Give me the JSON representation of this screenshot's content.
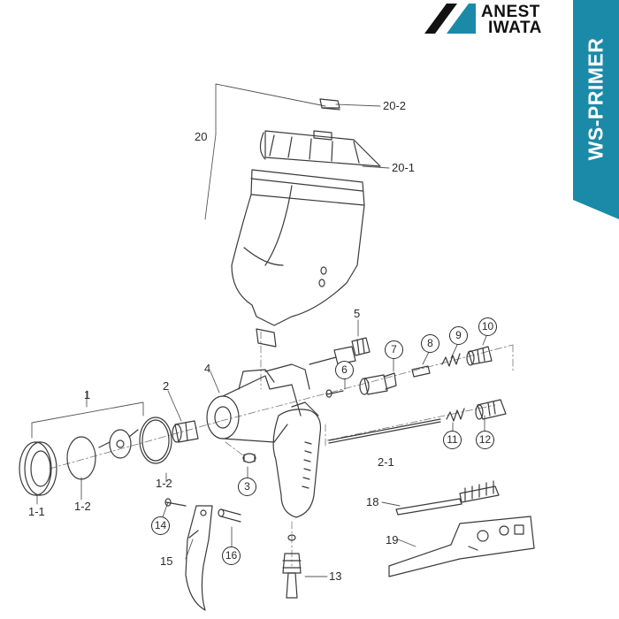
{
  "brand": {
    "line1": "ANEST",
    "line2": "IWATA",
    "accent_color": "#1a8aa8",
    "logo_icon": "anest-iwata-logo-icon"
  },
  "tab": {
    "text": "WS-PRIMER",
    "color": "#1a8aa8"
  },
  "labels": {
    "p20": "20",
    "p20_1": "20-1",
    "p20_2": "20-2",
    "p1": "1",
    "p1_1": "1-1",
    "p1_2a": "1-2",
    "p1_2b": "1-2",
    "p2": "2",
    "p2_1": "2-1",
    "p3": "3",
    "p4": "4",
    "p5": "5",
    "p6": "6",
    "p7": "7",
    "p8": "8",
    "p9": "9",
    "p10": "10",
    "p11": "11",
    "p12": "12",
    "p13": "13",
    "p14": "14",
    "p15": "15",
    "p16": "16",
    "p18": "18",
    "p19": "19"
  }
}
